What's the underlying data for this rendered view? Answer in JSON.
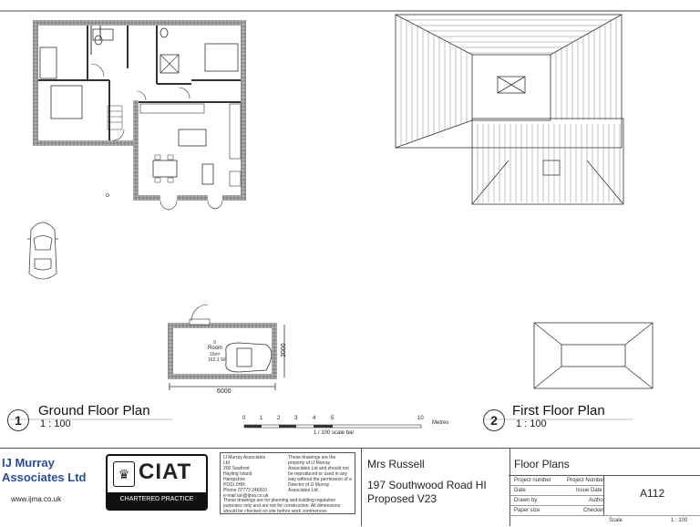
{
  "ground_floor": {
    "number": "1",
    "title": "Ground Floor Plan",
    "scale": "1 : 100"
  },
  "first_floor": {
    "number": "2",
    "title": "First Floor Plan",
    "scale": "1 : 100"
  },
  "garage": {
    "room_name": "Room",
    "area_m2": "16m²",
    "area_sf": "162.1 SF",
    "room_no": "9",
    "width_dim": "6000",
    "depth_dim": "3000"
  },
  "scale_bar": {
    "ticks": [
      "0",
      "1",
      "2",
      "3",
      "4",
      "5",
      "10"
    ],
    "unit": "Metres",
    "caption": "1 / 100 scale bar"
  },
  "title_block": {
    "company_line1": "IJ Murray",
    "company_line2": "Associates Ltd",
    "website": "www.ijma.co.uk",
    "ciat_text": "CIAT",
    "chartered": "CHARTERED PRACTICE",
    "address": [
      "IJ Murray Associates",
      "Ltd",
      "200 Seafront",
      "Hayling Island",
      "Hampshire",
      "PO11 0HR",
      "Phone 07773 246910",
      "e-mail ian@ijma.co.uk"
    ],
    "address_note": "These drawings are for planning and building regulation purposes only and are not for construction. All dimensions should be checked on site before work commences",
    "copyright": "These drawings are the property of IJ Murray Associates Ltd and should not be reproduced or used in any way without the permission of a Director of IJ Murray Associates Ltd",
    "client": "Mrs Russell",
    "address_project": "197 Southwood Road HI",
    "version": "Proposed V23",
    "sheet_title": "Floor Plans",
    "sheet_no": "A112",
    "rows": [
      {
        "label": "Project number",
        "value": "Project Number"
      },
      {
        "label": "Date",
        "value": "Issue Date"
      },
      {
        "label": "Drawn by",
        "value": "Author"
      },
      {
        "label": "Paper size",
        "value": "Checker"
      }
    ],
    "scale_label": "Scale",
    "scale_value": "1 : 100"
  }
}
